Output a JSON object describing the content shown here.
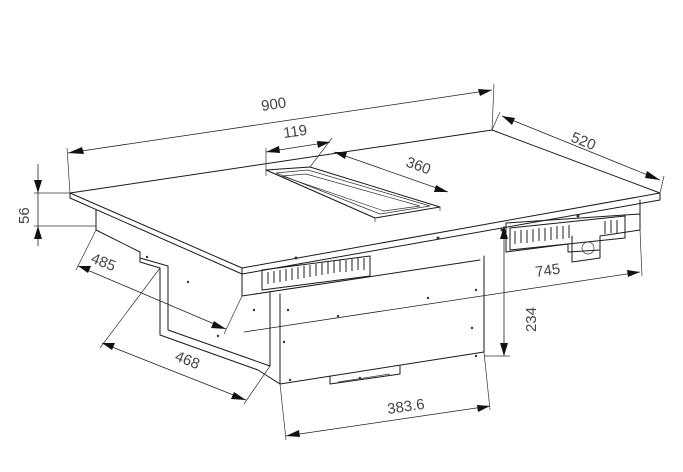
{
  "drawing": {
    "subject": "",
    "dimensions": {
      "width": "900",
      "depth": "520",
      "thickness": "56",
      "vent_width": "119",
      "vent_length": "360",
      "cutout_depth": "485",
      "cutout_width": "745",
      "body_height": "234",
      "motor_width": "468",
      "motor_depth": "383.6"
    }
  }
}
